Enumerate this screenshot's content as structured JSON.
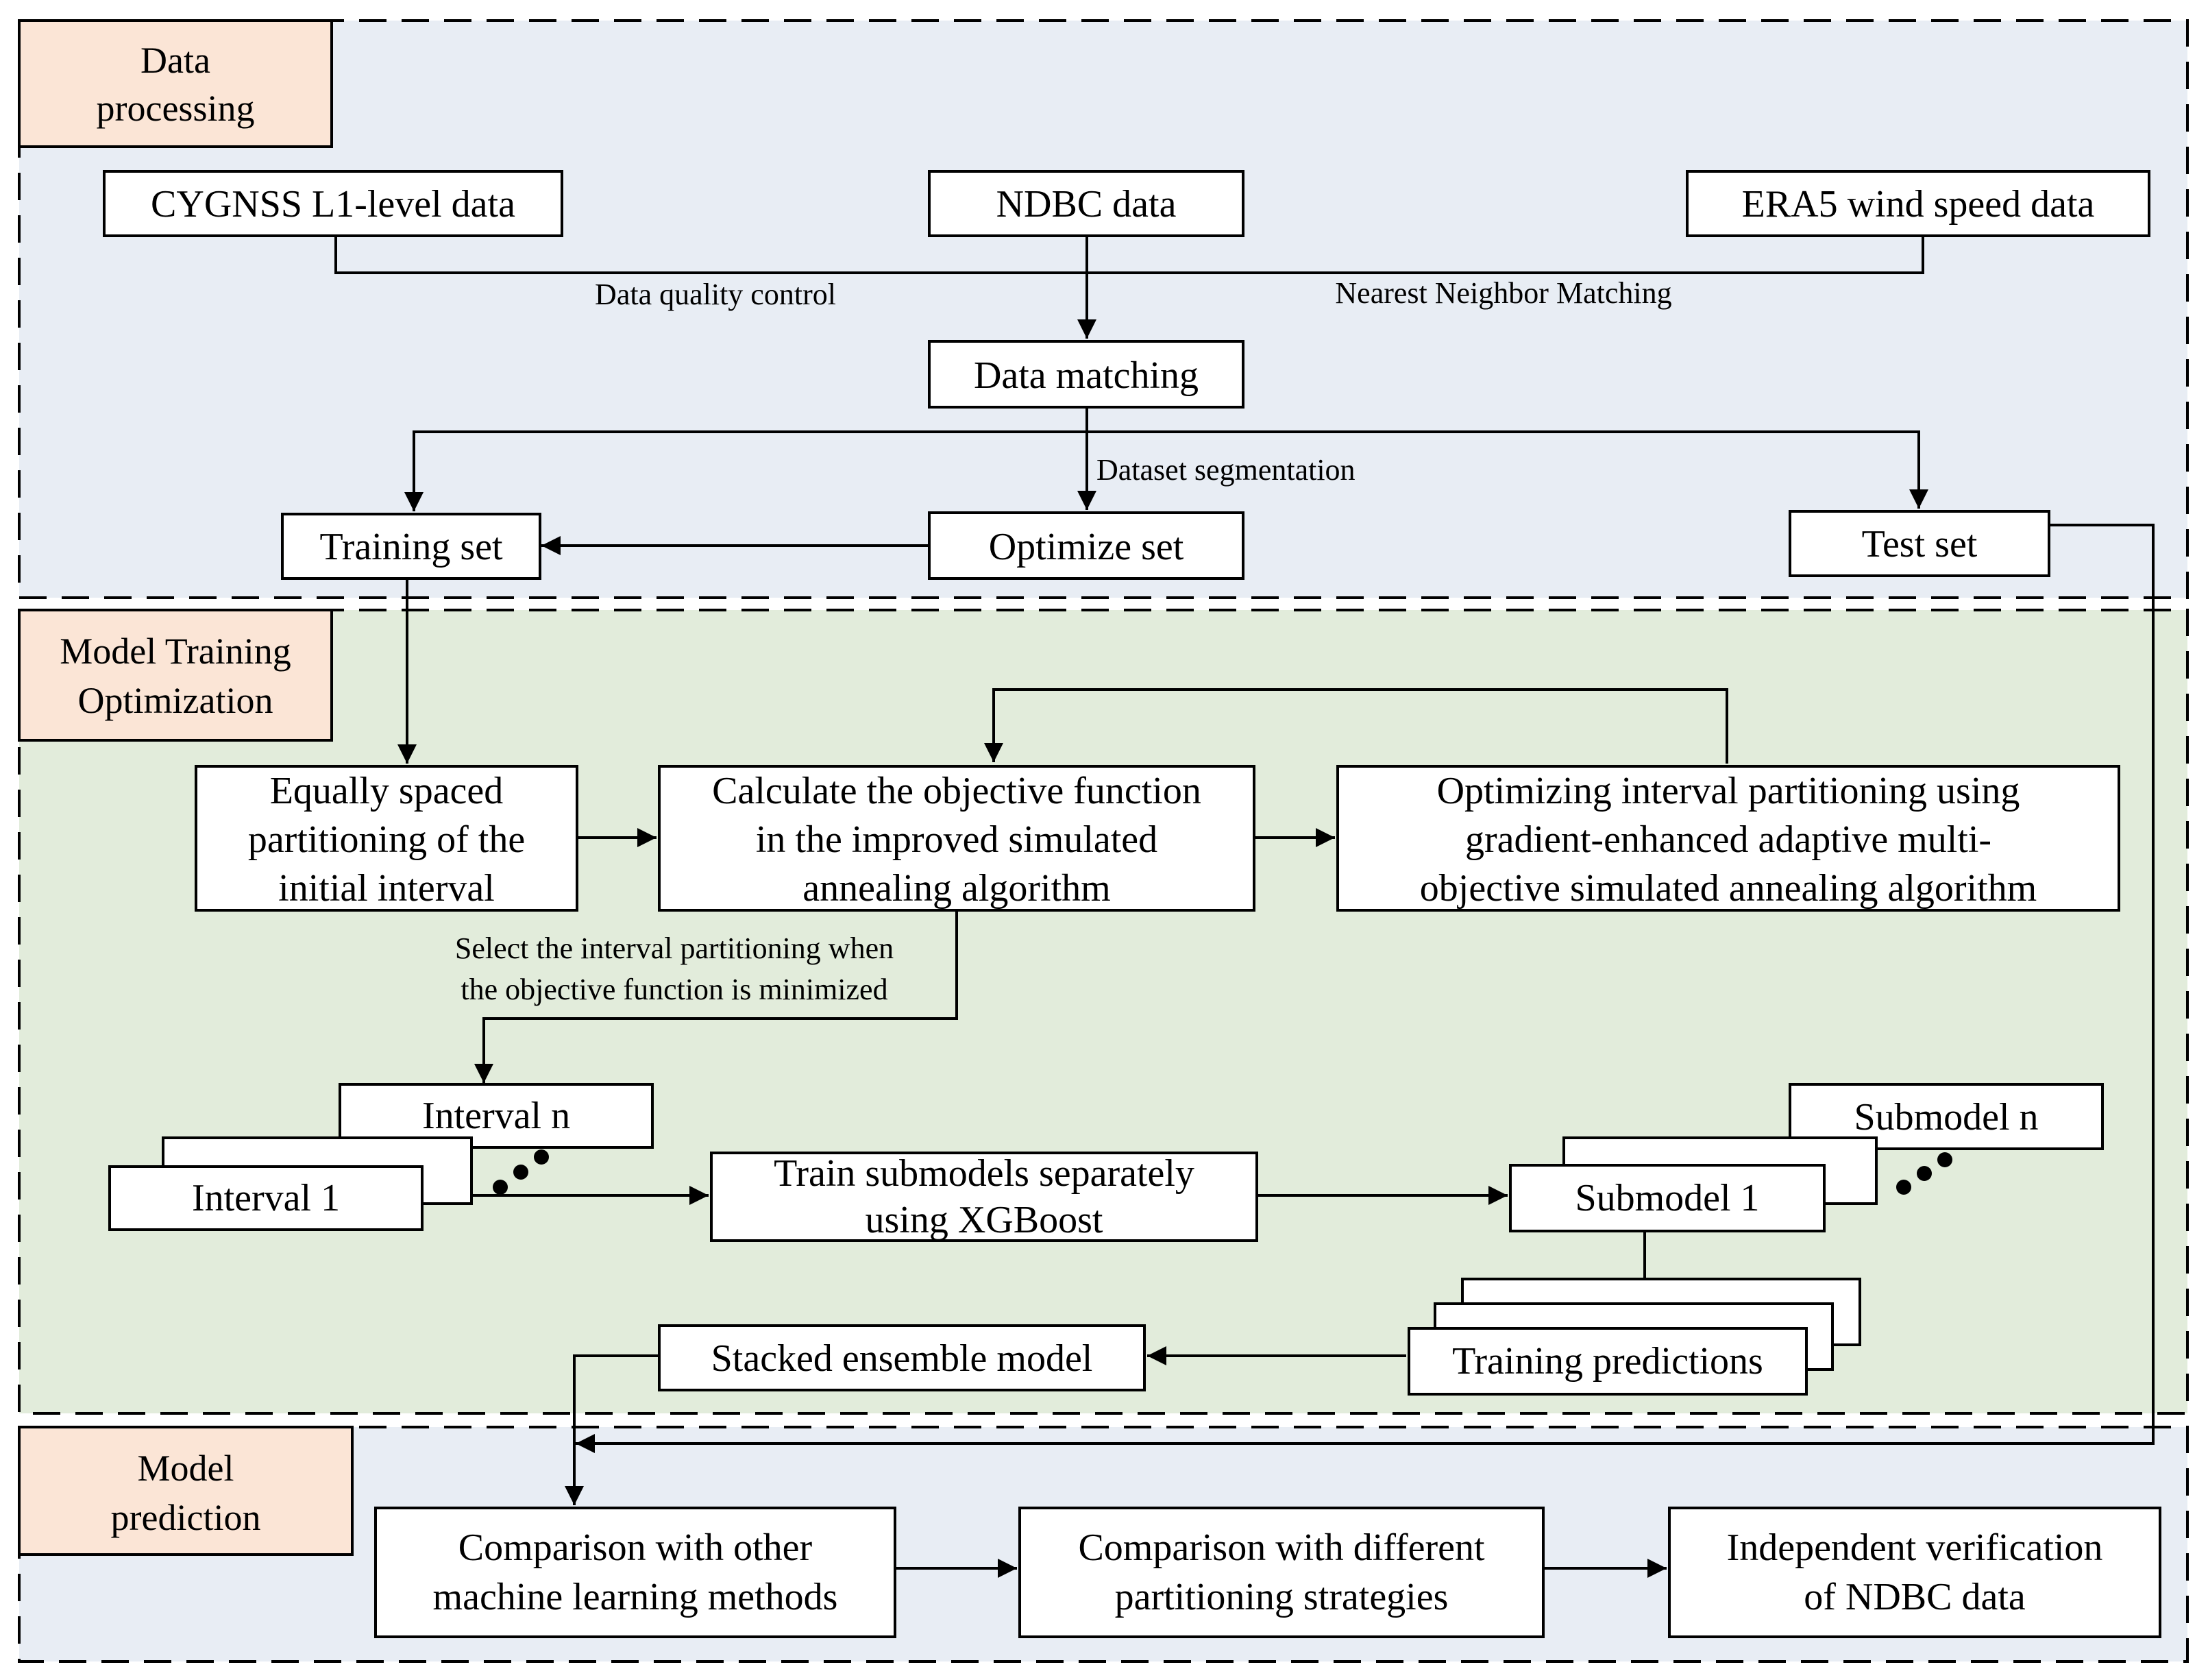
{
  "colors": {
    "section_blue": "#e8edf4",
    "section_green": "#e2ecdb",
    "label_peach": "#fbe5d6"
  },
  "sections": {
    "data_processing": [
      "Data",
      "processing"
    ],
    "model_training": [
      "Model Training",
      "Optimization"
    ],
    "model_prediction": [
      "Model",
      "prediction"
    ]
  },
  "boxes": {
    "cygnss": "CYGNSS L1-level data",
    "ndbc": "NDBC data",
    "era5": "ERA5 wind speed data",
    "data_matching": "Data matching",
    "training_set": "Training set",
    "optimize_set": "Optimize set",
    "test_set": "Test set",
    "equal_partition": [
      "Equally spaced",
      "partitioning of the",
      "initial interval"
    ],
    "calc_objective": [
      "Calculate the objective function",
      "in the improved simulated",
      "annealing algorithm"
    ],
    "optimizing": [
      "Optimizing interval partitioning using",
      "gradient-enhanced adaptive multi-",
      "objective simulated annealing algorithm"
    ],
    "interval_n": "Interval n",
    "interval_1": "Interval 1",
    "train_submodels": [
      "Train submodels separately",
      "using XGBoost"
    ],
    "submodel_n": "Submodel n",
    "submodel_1": "Submodel 1",
    "training_predictions": "Training predictions",
    "stacked": "Stacked ensemble model",
    "compare_ml": [
      "Comparison with other",
      "machine learning methods"
    ],
    "compare_partition": [
      "Comparison with different",
      "partitioning strategies"
    ],
    "independent": [
      "Independent verification",
      "of NDBC data"
    ]
  },
  "labels": {
    "quality_control": "Data quality control",
    "nearest_neighbor": "Nearest Neighbor Matching",
    "segmentation": "Dataset segmentation",
    "select_interval": [
      "Select the interval partitioning when",
      "the objective function is minimized"
    ]
  },
  "icons": {
    "ellipsis_intervals": "ellipsis-dots-icon",
    "ellipsis_submodels": "ellipsis-dots-icon"
  }
}
